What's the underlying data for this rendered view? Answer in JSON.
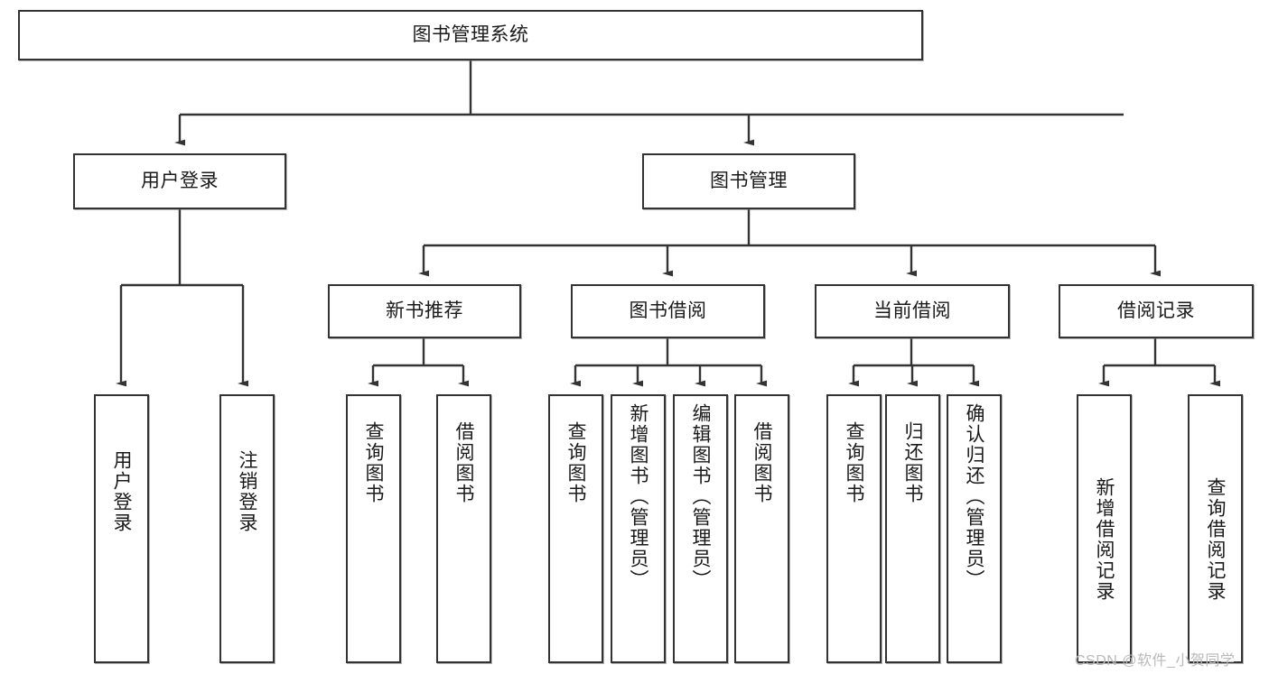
{
  "diagram": {
    "title": "图书管理系统",
    "type": "hierarchy-tree",
    "root": {
      "id": "root",
      "label": "图书管理系统"
    },
    "level2": [
      {
        "id": "user-login",
        "label": "用户登录"
      },
      {
        "id": "book-management",
        "label": "图书管理"
      }
    ],
    "level3": [
      {
        "id": "new-book-recommend",
        "label": "新书推荐",
        "parent": "book-management"
      },
      {
        "id": "book-borrow",
        "label": "图书借阅",
        "parent": "book-management"
      },
      {
        "id": "current-borrow",
        "label": "当前借阅",
        "parent": "book-management"
      },
      {
        "id": "borrow-record",
        "label": "借阅记录",
        "parent": "book-management"
      }
    ],
    "leaves": {
      "user_login": [
        {
          "id": "leaf-user-login",
          "label": "用户登录"
        },
        {
          "id": "leaf-user-logout",
          "label": "注销登录"
        }
      ],
      "new_book_recommend": [
        {
          "id": "leaf-query-book-1",
          "label": "查询图书"
        },
        {
          "id": "leaf-borrow-book-1",
          "label": "借阅图书"
        }
      ],
      "book_borrow": [
        {
          "id": "leaf-query-book-2",
          "label": "查询图书"
        },
        {
          "id": "leaf-add-book",
          "label": "新增图书（管理员）"
        },
        {
          "id": "leaf-edit-book",
          "label": "编辑图书（管理员）"
        },
        {
          "id": "leaf-borrow-book-2",
          "label": "借阅图书"
        }
      ],
      "current_borrow": [
        {
          "id": "leaf-query-book-3",
          "label": "查询图书"
        },
        {
          "id": "leaf-return-book",
          "label": "归还图书"
        },
        {
          "id": "leaf-confirm-return",
          "label": "确认归还（管理员）"
        }
      ],
      "borrow_record": [
        {
          "id": "leaf-add-record",
          "label": "新增借阅记录"
        },
        {
          "id": "leaf-query-record",
          "label": "查询借阅记录"
        }
      ]
    }
  },
  "watermark": {
    "text": "CSDN @软件_小贺同学"
  },
  "colors": {
    "border": "#333333",
    "background": "#ffffff",
    "text": "#1a1a1a",
    "watermark": "#b9b9b9"
  }
}
